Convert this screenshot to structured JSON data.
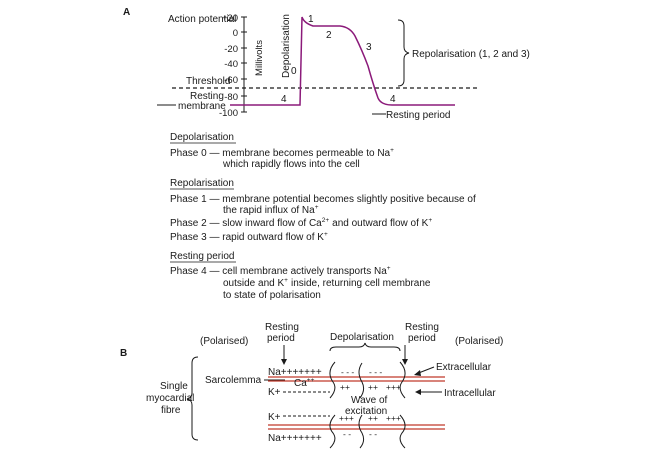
{
  "panel_a": {
    "letter": "A",
    "action_potential": "Action potential",
    "y_axis_label": "Millivolts",
    "y_ticks": [
      "+20",
      "0",
      "-20",
      "-40",
      "-60",
      "-80",
      "-100"
    ],
    "threshold": "Threshold",
    "resting_membrane_1": "Resting",
    "resting_membrane_2": "membrane",
    "depolarisation_label": "Depolarisation",
    "phase_labels": [
      "0",
      "1",
      "2",
      "3",
      "4",
      "4"
    ],
    "repolarisation_bracket": "Repolarisation (1, 2 and 3)",
    "resting_period": "Resting period",
    "curve_color": "#8b1a7a"
  },
  "legend": {
    "depolarisation": {
      "heading": "Depolarisation",
      "phase0_a": "Phase 0 — membrane becomes permeable to Na",
      "phase0_sup": "+",
      "phase0_b": "which rapidly flows into the cell"
    },
    "repolarisation": {
      "heading": "Repolarisation",
      "phase1_a": "Phase 1 — membrane potential becomes slightly positive because of",
      "phase1_b": "the rapid influx of Na",
      "phase1_sup": "+",
      "phase2_a": "Phase 2 — slow inward flow of Ca",
      "phase2_sup1": "2+",
      "phase2_b": "and outward flow of K",
      "phase2_sup2": "+",
      "phase3_a": "Phase 3 — rapid outward flow of K",
      "phase3_sup": "+"
    },
    "resting": {
      "heading": "Resting period",
      "phase4_a": "Phase 4 — cell membrane actively transports Na",
      "phase4_sup": "+",
      "phase4_b": "outside and K",
      "phase4_sup2": "+",
      "phase4_c": "inside, returning cell membrane",
      "phase4_d": "to state of polarisation"
    }
  },
  "panel_b": {
    "letter": "B",
    "polarised_left": "(Polarised)",
    "resting_period_left_1": "Resting",
    "resting_period_left_2": "period",
    "depolarisation": "Depolarisation",
    "resting_period_right_1": "Resting",
    "resting_period_right_2": "period",
    "polarised_right": "(Polarised)",
    "sarcolemma": "Sarcolemma",
    "single_1": "Single",
    "single_2": "myocardial",
    "single_3": "fibre",
    "extracellular": "Extracellular",
    "intracellular": "Intracellular",
    "wave_1": "Wave of",
    "wave_2": "excitation",
    "na_top": "Na+++++++",
    "ca": "Ca",
    "ca_sup": "++",
    "k_top": "K+",
    "k_bottom": "K+",
    "na_bottom": "Na+++++++",
    "charges_top_out": "- - -",
    "charges_top_in": "++",
    "charges_top_in2": "+++",
    "charges_bot_out": "+++",
    "charges_bot_in": "- -",
    "membrane_color": "#c0392b"
  }
}
